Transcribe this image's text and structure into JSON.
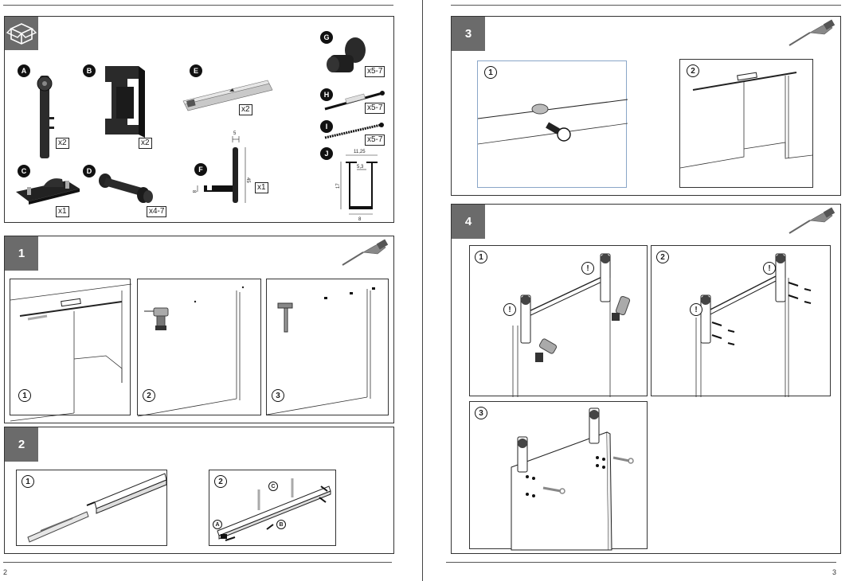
{
  "pages": {
    "left_number": "2",
    "right_number": "3"
  },
  "parts": {
    "A": {
      "letter": "A",
      "qty": "x2"
    },
    "B": {
      "letter": "B",
      "qty": "x2"
    },
    "C": {
      "letter": "C",
      "qty": "x1"
    },
    "D": {
      "letter": "D",
      "qty": "x4-7"
    },
    "E": {
      "letter": "E",
      "qty": "x2"
    },
    "F": {
      "letter": "F",
      "qty": "x1",
      "dims": {
        "top": "5",
        "height": "45",
        "left": "8"
      }
    },
    "G": {
      "letter": "G",
      "qty": "x5-7"
    },
    "H": {
      "letter": "H",
      "qty": "x5-7"
    },
    "I": {
      "letter": "I",
      "qty": "x5-7"
    },
    "J": {
      "letter": "J",
      "dims": {
        "outer": "11,25",
        "inner": "5,3",
        "height": "17",
        "bottom": "8"
      }
    }
  },
  "steps": {
    "s1": {
      "num": "1",
      "sub": [
        "1",
        "2",
        "3"
      ]
    },
    "s2": {
      "num": "2",
      "sub": [
        "1",
        "2"
      ],
      "callouts": {
        "a": "A",
        "b": "B",
        "c": "C"
      }
    },
    "s3": {
      "num": "3",
      "sub": [
        "1",
        "2"
      ]
    },
    "s4": {
      "num": "4",
      "sub": [
        "1",
        "2",
        "3"
      ],
      "warning": "!"
    }
  }
}
